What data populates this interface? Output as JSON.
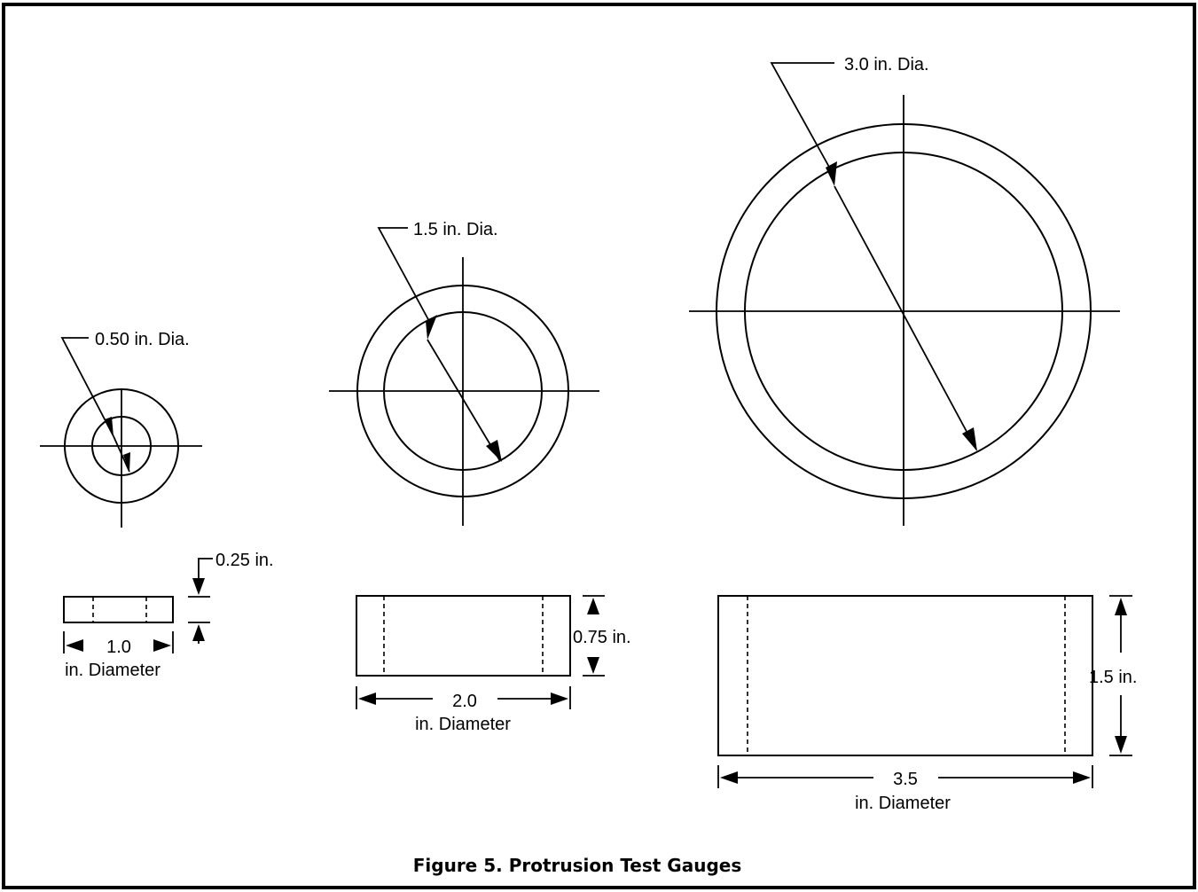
{
  "figure": {
    "caption": "Figure 5. Protrusion Test Gauges",
    "colors": {
      "line": "#000000",
      "background": "#ffffff"
    }
  },
  "gauge_small": {
    "bore_callout": "0.50 in. Dia.",
    "thickness_callout": "0.25 in.",
    "diameter_value": "1.0",
    "diameter_caption": "in. Diameter"
  },
  "gauge_medium": {
    "bore_callout": "1.5 in. Dia.",
    "thickness_callout": "0.75 in.",
    "diameter_value": "2.0",
    "diameter_caption": "in. Diameter"
  },
  "gauge_large": {
    "bore_callout": "3.0 in. Dia.",
    "thickness_callout": "1.5 in.",
    "diameter_value": "3.5",
    "diameter_caption": "in. Diameter"
  }
}
